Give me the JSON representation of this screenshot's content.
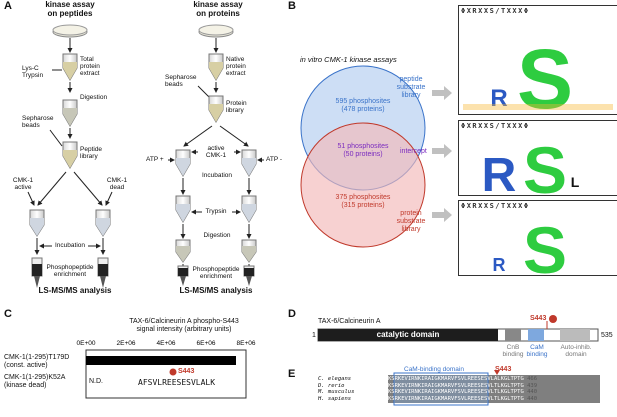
{
  "panelA": {
    "letter": "A",
    "col1_title": "kinase assay\non peptides",
    "col2_title": "kinase assay\non proteins",
    "col1": {
      "lysc": "Lys-C\nTrypsin",
      "total": "Total\nprotein\nextract",
      "digestion": "Digestion",
      "sepharose": "Sepharose\nbeads",
      "library": "Peptide\nlibrary",
      "active": "CMK-1\nactive",
      "dead": "CMK-1\ndead",
      "incubation": "Incubation",
      "enrichment": "Phosphopeptide\nenrichment",
      "analysis": "LS-MS/MS analysis"
    },
    "col2": {
      "native": "Native\nprotein\nextract",
      "sepharose": "Sepharose\nbeads",
      "library": "Protein\nlibrary",
      "active": "active\nCMK-1",
      "atp_plus": "ATP +",
      "atp_minus": "ATP -",
      "incubation": "Incubation",
      "trypsin": "Trypsin",
      "digestion": "Digestion",
      "enrichment": "Phosphopeptide\nenrichment",
      "analysis": "LS-MS/MS analysis"
    }
  },
  "panelB": {
    "letter": "B",
    "title": "in vitro CMK-1 kinase assays",
    "peptide_label": "peptide\nsubstrate\nlibrary",
    "peptide_count": "595 phosphosites\n(478 proteins)",
    "intercept_count": "51 phosphosites\n(50 proteins)",
    "intercept_label": "intercept",
    "protein_count": "375 phosphosites\n(315 proteins)",
    "protein_label": "protein\nsubstrate\nlibrary",
    "motif_header": "ΦXRXXS/TXXXΦ",
    "colors": {
      "peptide": "#3a73c9",
      "intercept": "#7a2bbf",
      "protein": "#c0392b"
    }
  },
  "panelC": {
    "letter": "C",
    "title": "TAX-6/Calcineurin A phospho-S443\nsignal intensity (arbitrary units)",
    "ticks": [
      "0E+00",
      "2E+06",
      "4E+06",
      "6E+06",
      "8E+06"
    ],
    "rows": [
      {
        "label": "CMK-1(1-295)T179D\n(const. active)",
        "value": 7500000
      },
      {
        "label": "CMK-1(1-295)K52A\n(kinase dead)",
        "value": 0,
        "note": "N.D."
      }
    ],
    "site_label": "S443",
    "sequence": "AFSVLREESESVLALK"
  },
  "panelD": {
    "letter": "D",
    "protein": "TAX-6/Calcineurin A",
    "domain": "catalytic domain",
    "start": "1",
    "end": "535",
    "site": "S443",
    "regions": [
      "CnB\nbinding",
      "CaM\nbinding",
      "Auto-inhib.\ndomain"
    ]
  },
  "panelE": {
    "letter": "E",
    "domain_label": "CaM-binding domain",
    "site": "S443",
    "species": [
      "C. elegans",
      "D. rerio",
      "M. musculus",
      "H. sapiens"
    ],
    "sequences": [
      "KSRKEVIRNKIRAIGKMARVFSVLREESESVLALKGLTPTG",
      "KSRKEVIRNKIRAIGKMARVFSVLREESESVLTLKGLTPTG",
      "KSRKEVIRNKIRAIGKMARVFSVLREESESVLTLKGLTPTG",
      "KSRKEVIRNKIRAIGKMARVFSVLREESESVLTLKGLTPTG"
    ],
    "numbers": [
      "466",
      "439",
      "440",
      "440"
    ]
  }
}
